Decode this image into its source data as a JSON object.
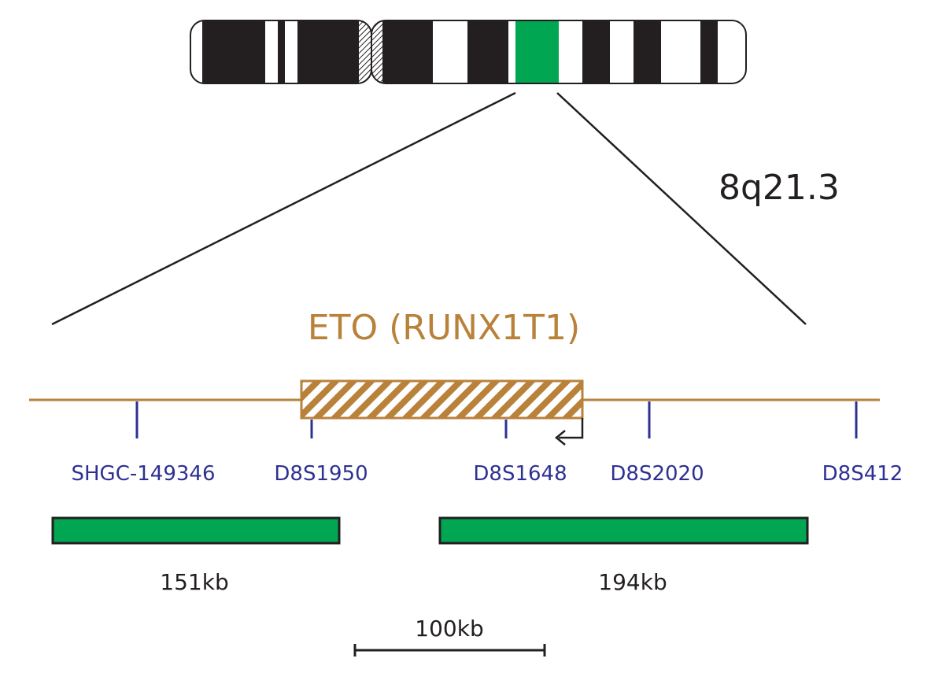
{
  "colors": {
    "gene": "#b9823a",
    "marker": "#2e3192",
    "probe": "#00a651",
    "ink": "#231f20",
    "band_dark": "#231f20"
  },
  "chromosome": {
    "band_label": "8q21.3"
  },
  "gene": {
    "label": "ETO (RUNX1T1)"
  },
  "markers": [
    {
      "label": "SHGC-149346"
    },
    {
      "label": "D8S1950"
    },
    {
      "label": "D8S1648"
    },
    {
      "label": "D8S2020"
    },
    {
      "label": "D8S412"
    }
  ],
  "probes": [
    {
      "size_label": "151kb"
    },
    {
      "size_label": "194kb"
    }
  ],
  "scale_bar": {
    "label": "100kb"
  }
}
